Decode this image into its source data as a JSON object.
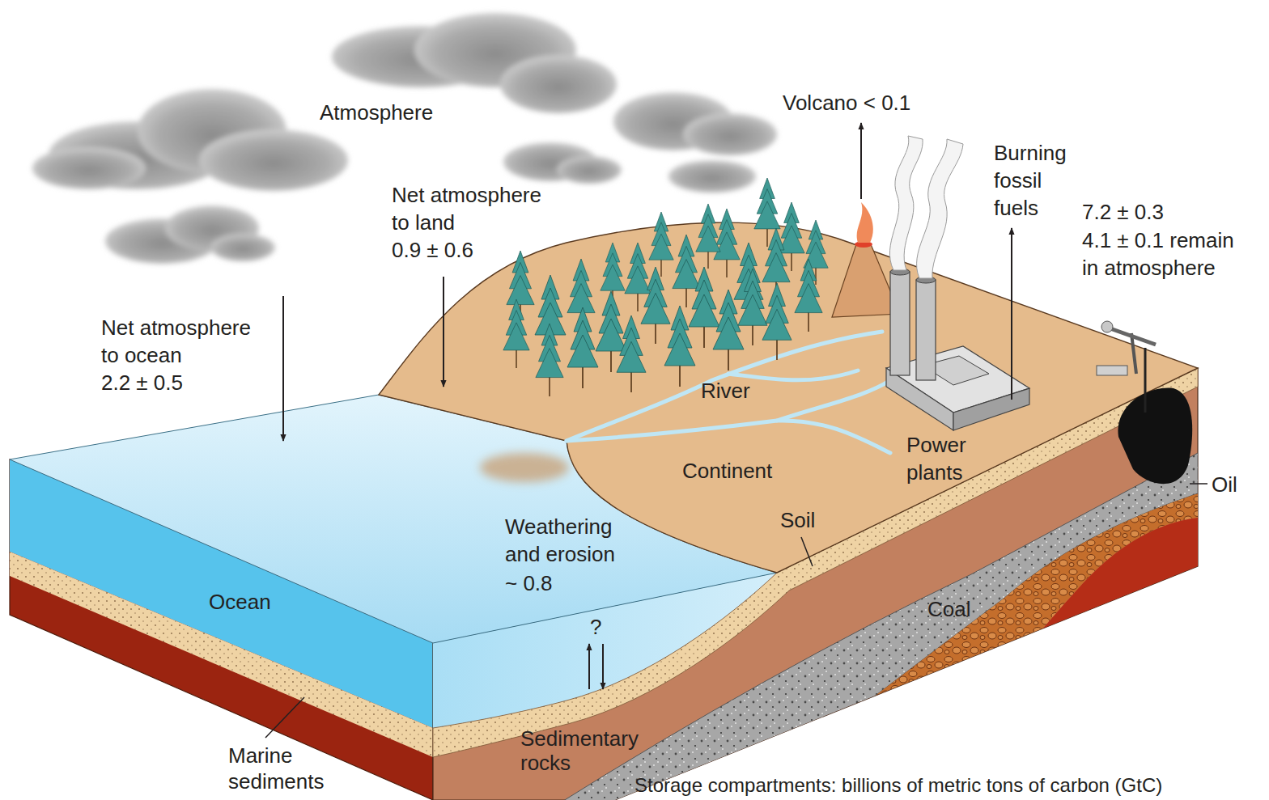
{
  "diagram": {
    "labels": [
      "Atmosphere",
      "Net atmosphere to land",
      "0.9 ± 0.6",
      "Net atmosphere to ocean",
      "2.2 ± 0.5",
      "Volcano < 0.1",
      "Burning fossil fuels",
      "7.2 ± 0.3",
      "4.1 ± 0.1 remain in atmosphere",
      "River",
      "Continent",
      "Power plants",
      "Oil",
      "Soil",
      "Weathering and erosion",
      "~ 0.8",
      "Ocean",
      "?",
      "Coal",
      "Sedimentary rocks",
      "Marine sediments",
      "Storage compartments: billions of metric tons of carbon (GtC)"
    ]
  }
}
